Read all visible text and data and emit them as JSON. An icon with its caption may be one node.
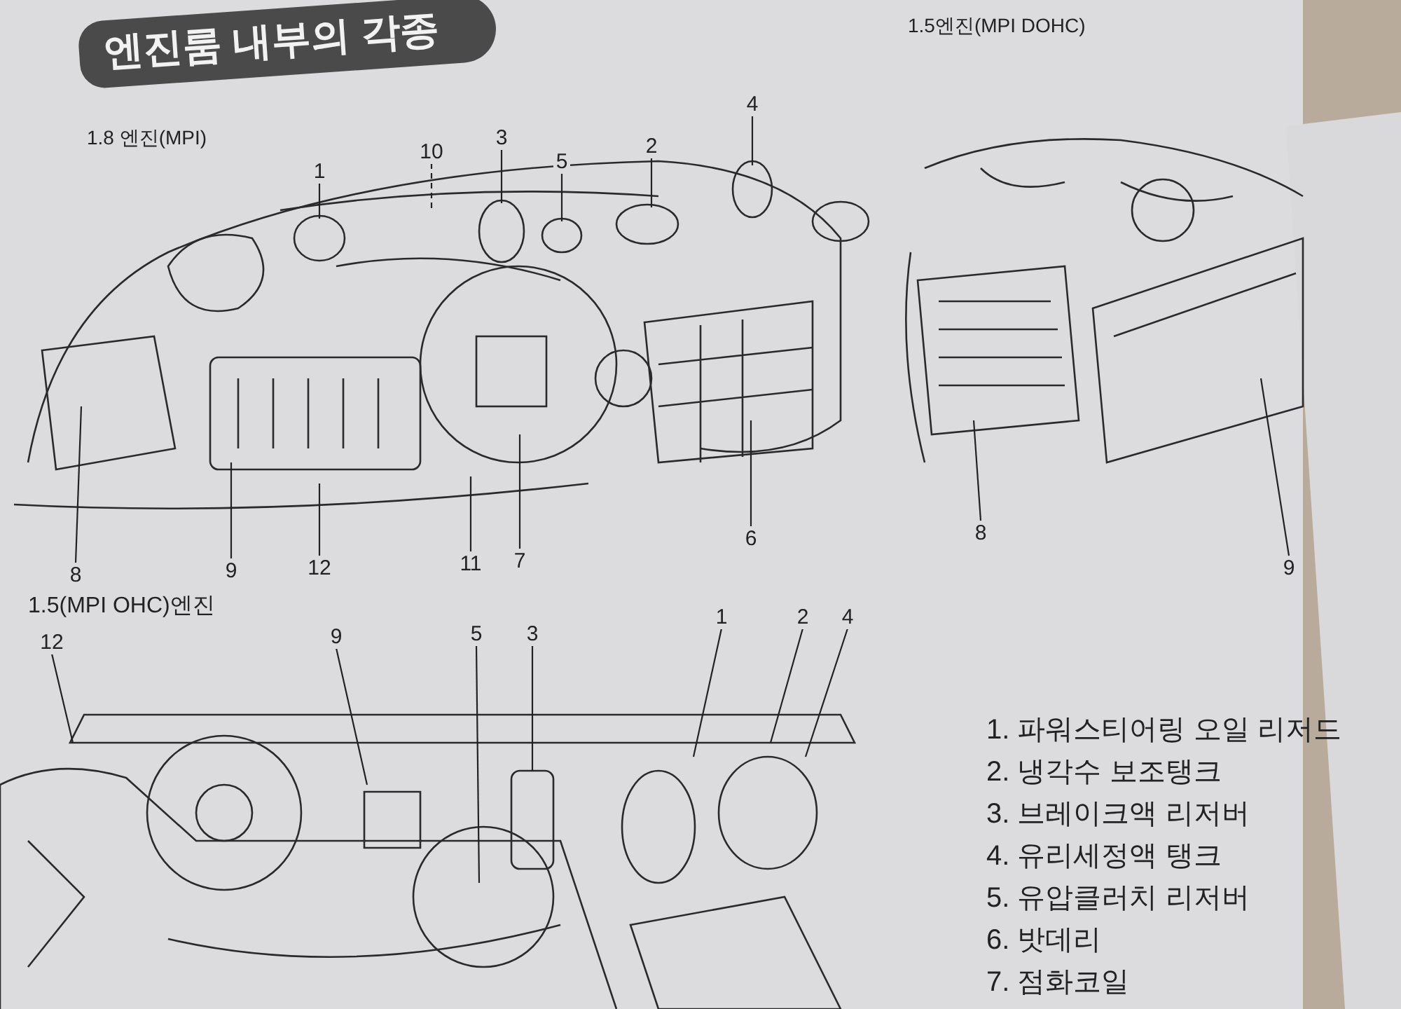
{
  "diagram": {
    "title": "엔진룸 내부의 각종",
    "nodes": [
      {
        "text": [
          "4"
        ]
      },
      {
        "text": [
          "2"
        ]
      },
      {
        "text": [
          "3"
        ]
      },
      {
        "text": [
          "10"
        ]
      },
      {
        "text": [
          "5"
        ]
      },
      {
        "text": [
          "1"
        ]
      },
      {
        "text": [
          "6"
        ]
      },
      {
        "text": [
          "8"
        ]
      },
      {
        "text": [
          "9"
        ]
      },
      {
        "text": [
          "12"
        ]
      },
      {
        "text": [
          "11"
        ]
      },
      {
        "text": [
          "7"
        ]
      },
      {
        "text": [
          "8"
        ]
      },
      {
        "text": [
          "9"
        ]
      },
      {
        "text": [
          "1"
        ]
      },
      {
        "text": [
          "2"
        ]
      },
      {
        "text": [
          "4"
        ]
      },
      {
        "text": [
          "5"
        ]
      },
      {
        "text": [
          "3"
        ]
      },
      {
        "text": [
          "9"
        ]
      },
      {
        "text": [
          "12"
        ]
      }
    ],
    "edges": [
      {
        "from": 0,
        "to": null,
        "arrow": "none"
      },
      {
        "from": 1,
        "to": null,
        "arrow": "none"
      },
      {
        "from": 2,
        "to": null,
        "arrow": "none"
      },
      {
        "from": 3,
        "to": null,
        "arrow": "none",
        "style": "dashed"
      },
      {
        "from": 4,
        "to": null,
        "arrow": "none"
      },
      {
        "from": 5,
        "to": null,
        "arrow": "none"
      },
      {
        "from": 6,
        "to": null,
        "arrow": "none"
      },
      {
        "from": 7,
        "to": null,
        "arrow": "none"
      },
      {
        "from": 8,
        "to": null,
        "arrow": "none"
      },
      {
        "from": 9,
        "to": null,
        "arrow": "none"
      },
      {
        "from": 10,
        "to": null,
        "arrow": "none"
      },
      {
        "from": 11,
        "to": null,
        "arrow": "none"
      },
      {
        "from": 12,
        "to": null,
        "arrow": "none"
      },
      {
        "from": 13,
        "to": null,
        "arrow": "none"
      },
      {
        "from": 14,
        "to": null,
        "arrow": "none"
      },
      {
        "from": 15,
        "to": null,
        "arrow": "none"
      },
      {
        "from": 16,
        "to": null,
        "arrow": "none"
      },
      {
        "from": 17,
        "to": null,
        "arrow": "none"
      },
      {
        "from": 18,
        "to": null,
        "arrow": "none"
      },
      {
        "from": 19,
        "to": null,
        "arrow": "none"
      },
      {
        "from": 20,
        "to": null,
        "arrow": "none"
      }
    ],
    "labels": [
      "1.5엔진(MPI DOHC)",
      "1.8 엔진(MPI)",
      "1.5(MPI OHC)엔진",
      "1. 파워스티어링 오일 리저드",
      "2. 냉각수 보조탱크",
      "3. 브레이크액 리저버",
      "4. 유리세정액 탱크",
      "5. 유압클러치 리저버",
      "6. 밧데리",
      "7. 점화코일"
    ]
  }
}
